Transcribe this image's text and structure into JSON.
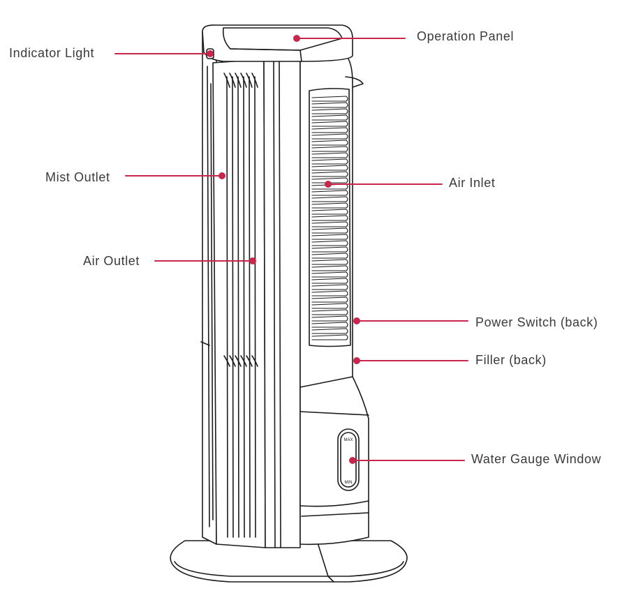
{
  "accent_color": "#c8264a",
  "line_color": "#1a1a1a",
  "callouts": [
    {
      "id": "operation-panel",
      "label": "Operation Panel"
    },
    {
      "id": "indicator-light",
      "label": "Indicator Light"
    },
    {
      "id": "mist-outlet",
      "label": "Mist Outlet"
    },
    {
      "id": "air-inlet",
      "label": "Air Inlet"
    },
    {
      "id": "air-outlet",
      "label": "Air Outlet"
    },
    {
      "id": "power-switch",
      "label": "Power Switch (back)"
    },
    {
      "id": "filler",
      "label": "Filler (back)"
    },
    {
      "id": "water-gauge-window",
      "label": "Water Gauge Window"
    }
  ],
  "gauge": {
    "max_label": "MAX",
    "min_label": "MIN"
  }
}
